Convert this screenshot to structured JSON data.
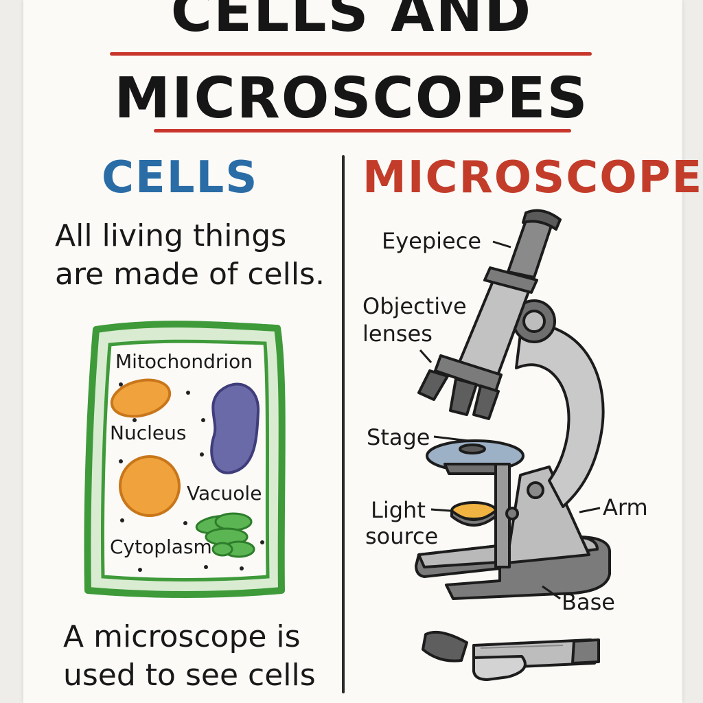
{
  "poster": {
    "title_line1": "CELLS AND",
    "title_line2": "MICROSCOPES"
  },
  "cells": {
    "heading": "CELLS",
    "intro_line1": "All living things",
    "intro_line2": "are made of cells.",
    "labels": {
      "mitochondrion": "Mitochondrion",
      "nucleus": "Nucleus",
      "vacuole": "Vacuole",
      "cytoplasm": "Cytoplasm"
    },
    "outro_line1": "A microscope is",
    "outro_line2": "used to see cells"
  },
  "microscopes": {
    "heading": "MICROSCOPES",
    "labels": {
      "eyepiece": "Eyepiece",
      "objective_line1": "Objective",
      "objective_line2": "lenses",
      "stage": "Stage",
      "light_line1": "Light",
      "light_line2": "source",
      "arm": "Arm",
      "base": "Base"
    }
  },
  "colors": {
    "title_rule": "#c8352b",
    "cells_heading": "#2a6ca6",
    "microscopes_heading": "#c33c2a",
    "cell_wall": "#3f9a3a",
    "mitochondrion": "#f0a33c",
    "nucleus": "#f0a33c",
    "vacuole": "#6b6aa8",
    "chloroplast": "#4cab48"
  },
  "icons": [
    "plant-cell-illustration",
    "microscope-illustration",
    "microscope-side-view-illustration"
  ]
}
